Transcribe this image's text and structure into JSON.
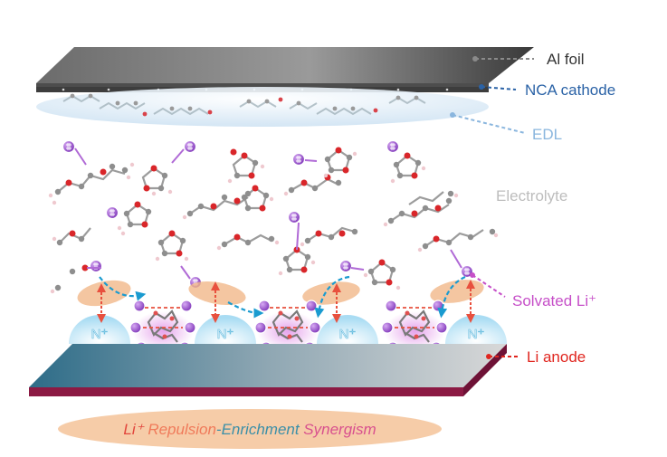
{
  "labels": {
    "al_foil": "Al foil",
    "nca_cathode": "NCA cathode",
    "edl": "EDL",
    "electrolyte": "Electrolyte",
    "solvated_li": "Solvated Li⁺",
    "li_anode": "Li anode",
    "n_plus": "N⁺"
  },
  "banner": {
    "part1": "Li⁺ ",
    "part2": "Repulsion",
    "part3": "-",
    "part4": "Enrichment",
    "part5": " Synergism"
  },
  "colors": {
    "al_foil_text": "#333333",
    "nca_text": "#2a62a6",
    "edl_text": "#8ab6de",
    "electrolyte_text": "#bdbdbd",
    "solvated_text": "#c64fc8",
    "anode_text": "#e0261f",
    "banner_bg": "#f6cca8",
    "banner_li": "#e2453c",
    "banner_repulsion": "#f07a5a",
    "banner_enrichment": "#3b8fa8",
    "banner_synergism": "#d8508e",
    "li_ion": "#9b4ed0",
    "n_plus_dome": "#bfe6f7"
  }
}
